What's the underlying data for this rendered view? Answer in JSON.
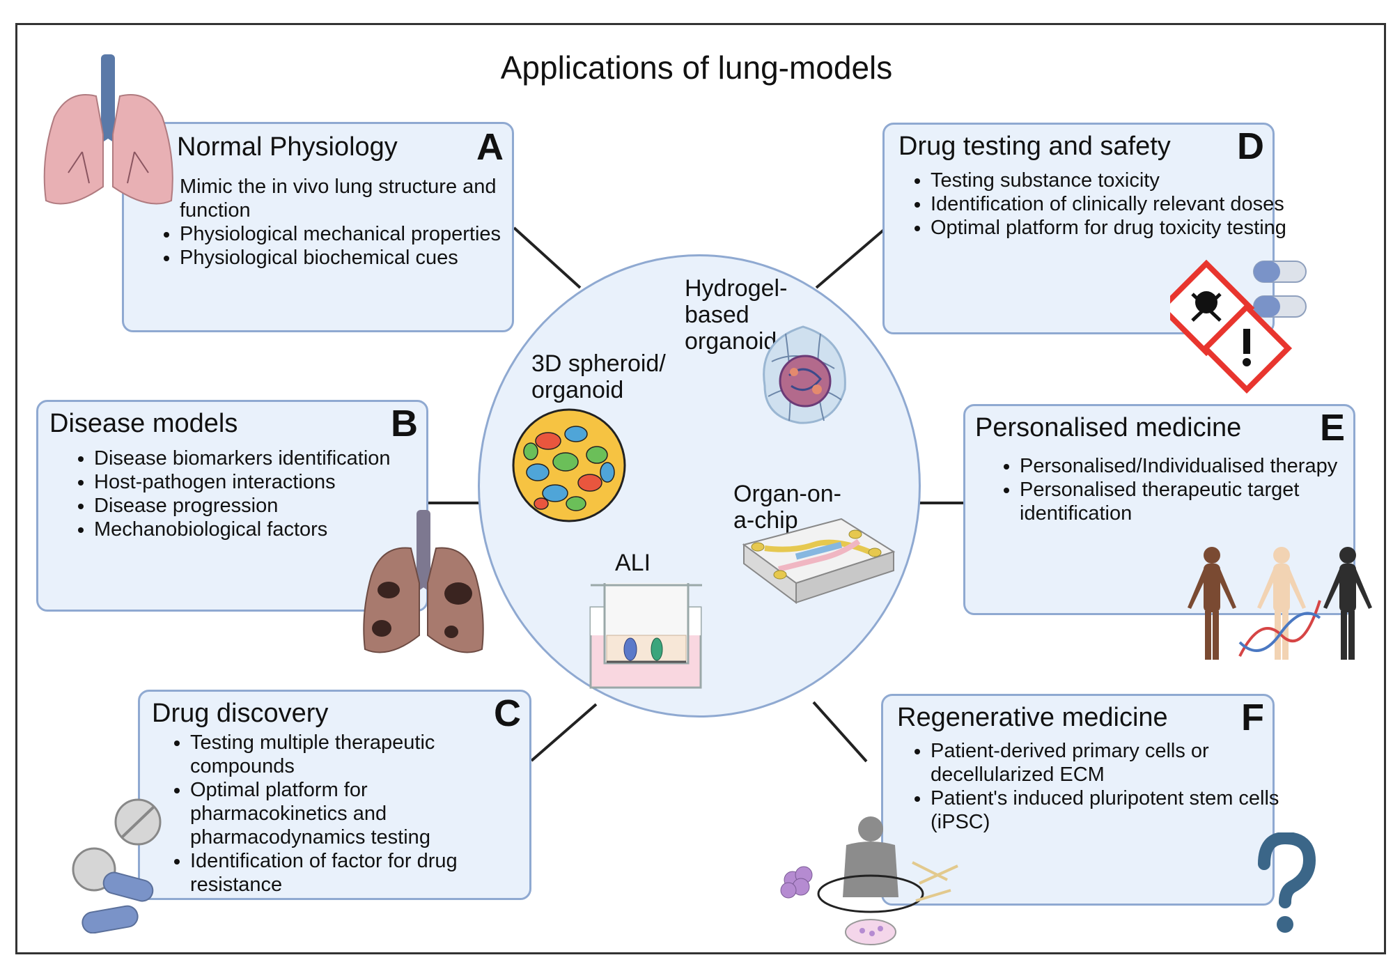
{
  "title": "Applications of lung-models",
  "boxes": {
    "a": {
      "heading": "Normal Physiology",
      "letter": "A",
      "items": [
        "Mimic the in vivo lung structure and function",
        "Physiological mechanical properties",
        "Physiological biochemical cues"
      ]
    },
    "b": {
      "heading": "Disease models",
      "letter": "B",
      "items": [
        "Disease biomarkers identification",
        "Host-pathogen interactions",
        "Disease progression",
        "Mechanobiological factors"
      ]
    },
    "c": {
      "heading": "Drug discovery",
      "letter": "C",
      "items": [
        "Testing multiple therapeutic compounds",
        "Optimal platform for pharmacokinetics and pharmacodynamics testing",
        "Identification of factor for drug resistance"
      ]
    },
    "d": {
      "heading": "Drug testing and safety",
      "letter": "D",
      "items": [
        "Testing substance toxicity",
        "Identification of clinically relevant doses",
        "Optimal platform for drug toxicity testing"
      ]
    },
    "e": {
      "heading": "Personalised medicine",
      "letter": "E",
      "items": [
        "Personalised/Individualised therapy",
        "Personalised therapeutic target identification"
      ]
    },
    "f": {
      "heading": "Regenerative medicine",
      "letter": "F",
      "items": [
        "Patient-derived primary cells or decellularized ECM",
        "Patient's induced pluripotent stem cells (iPSC)"
      ]
    }
  },
  "center": {
    "hydrogel": "Hydrogel-based organoid",
    "spheroid": "3D spheroid/ organoid",
    "chip": "Organ-on-a-chip",
    "ali": "ALI"
  },
  "colors": {
    "box_fill": "#e9f1fb",
    "box_border": "#8fa9d1",
    "hazard_red": "#e8352e"
  },
  "icons": [
    "healthy-lungs",
    "diseased-lungs",
    "pills",
    "capsules-and-hazard-signs",
    "human-figures-and-dna",
    "patient-cells-and-question-mark"
  ]
}
